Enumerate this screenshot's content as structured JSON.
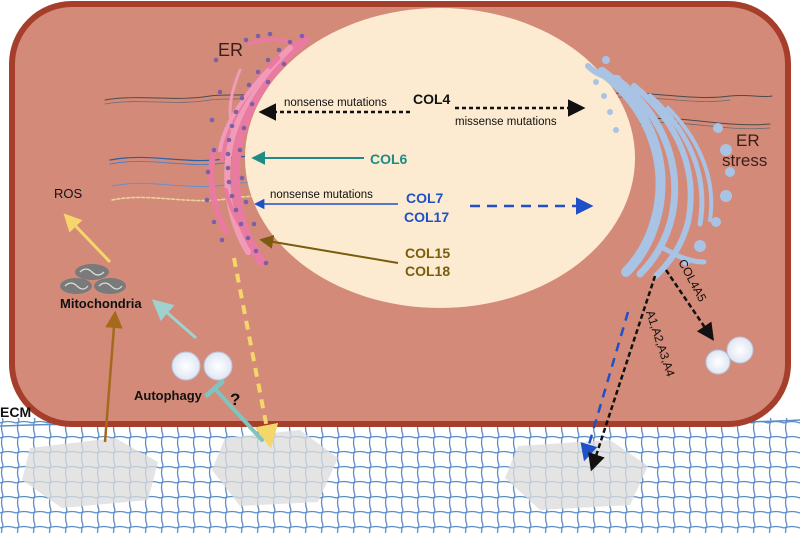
{
  "labels": {
    "er": "ER",
    "col4": "COL4",
    "nonsense_top": "nonsense mutations",
    "missense": "missense mutations",
    "er_stress_1": "ER",
    "er_stress_2": "stress",
    "col6": "COL6",
    "nonsense_mid": "nonsense mutations",
    "col7": "COL7",
    "col17": "COL17",
    "col15": "COL15",
    "col18": "COL18",
    "ros": "ROS",
    "mitochondria": "Mitochondria",
    "autophagy": "Autophagy",
    "question": "?",
    "ecm": "ECM",
    "col4a5": "COL4A5",
    "col4a_chains": "A1,A2,A3,A4"
  },
  "colors": {
    "cytoplasm": "#d48a78",
    "cell_border": "#a63e2c",
    "nucleus": "#fcebd0",
    "er_pink": "#e97aa0",
    "golgi_blue": "#a9c3e4",
    "teal": "#1e8c86",
    "blue": "#1f50c8",
    "olive": "#7a5c0c",
    "yellow": "#f5d66a",
    "brown": "#a36a1c",
    "light_teal": "#9fd2ce",
    "ecm_line": "#5b8ec7"
  }
}
